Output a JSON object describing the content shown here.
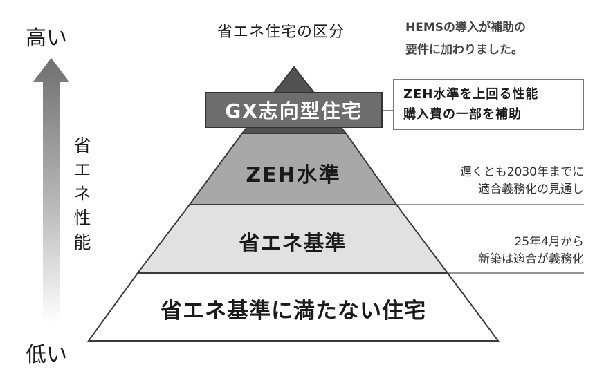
{
  "title": "省エネ住宅の区分",
  "hems_note": [
    "HEMSの導入が補助の",
    "要件に加わりました。"
  ],
  "axis": {
    "high": "高い",
    "low": "低い",
    "label": [
      "省",
      "エ",
      "ネ",
      "性",
      "能"
    ]
  },
  "levels": {
    "gx": "GX志向型住宅",
    "zeh": "ZEH水準",
    "standard": "省エネ基準",
    "below": "省エネ基準に満たない住宅"
  },
  "callout": [
    "ZEH水準を上回る性能",
    "購入費の一部を補助"
  ],
  "notes": {
    "zeh": [
      "遅くとも2030年までに",
      "適合義務化の見通し"
    ],
    "standard": [
      "25年4月から",
      "新築は適合が義務化"
    ]
  }
}
